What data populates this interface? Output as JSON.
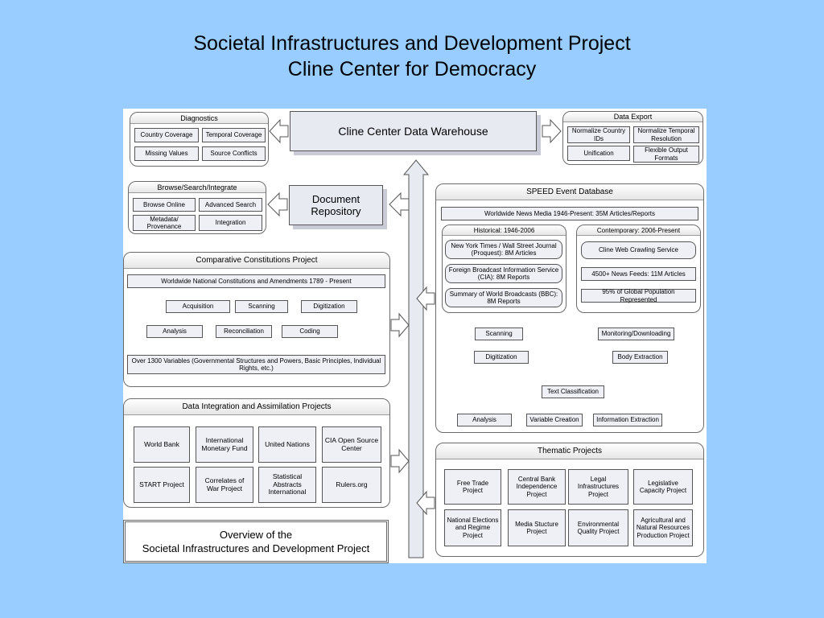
{
  "title_line1": "Societal Infrastructures and Development Project",
  "title_line2": "Cline Center for Democracy",
  "warehouse": "Cline Center Data Warehouse",
  "repository": "Document Repository",
  "diagnostics": {
    "title": "Diagnostics",
    "items": [
      "Country Coverage",
      "Temporal Coverage",
      "Missing Values",
      "Source Conflicts"
    ]
  },
  "export": {
    "title": "Data Export",
    "items": [
      "Normalize Country IDs",
      "Normalize Temporal Resolution",
      "Unification",
      "Flexible Output Formats"
    ]
  },
  "browse": {
    "title": "Browse/Search/Integrate",
    "items": [
      "Browse Online",
      "Advanced Search",
      "Metadata/ Provenance",
      "Integration"
    ]
  },
  "constitutions": {
    "title": "Comparative Constitutions Project",
    "banner": "Worldwide National Constitutions and Amendments 1789 - Present",
    "steps": [
      "Acquisition",
      "Scanning",
      "Digitization",
      "Coding",
      "Reconciliation",
      "Analysis"
    ],
    "note": "Over 1300 Variables (Governmental Structures and Powers, Basic Principles, Individual Rights, etc.)"
  },
  "integration": {
    "title": "Data Integration and Assimilation Projects",
    "items": [
      "World Bank",
      "International Monetary Fund",
      "United Nations",
      "CIA Open Source Center",
      "START Project",
      "Correlates of War Project",
      "Statistical Abstracts International",
      "Rulers.org"
    ]
  },
  "speed": {
    "title": "SPEED Event Database",
    "banner": "Worldwide News Media 1946-Present: 35M Articles/Reports",
    "historical": {
      "title": "Historical: 1946-2006",
      "items": [
        "New York Times / Wall Street Journal (Proquest): 8M Articles",
        "Foreign Broadcast Information Service (CIA): 8M Reports",
        "Summary of World Broadcasts (BBC): 8M Reports"
      ]
    },
    "contemporary": {
      "title": "Contemporary: 2006-Present",
      "items": [
        "Cline Web Crawling Service",
        "4500+ News Feeds: 11M Articles",
        "95% of Global Population Represented"
      ]
    },
    "flow": {
      "scanning": "Scanning",
      "digitization": "Digitization",
      "monitoring": "Monitoring/Downloading",
      "body": "Body Extraction",
      "text": "Text Classification",
      "analysis": "Analysis",
      "variable": "Variable Creation",
      "info": "Information Extraction"
    }
  },
  "thematic": {
    "title": "Thematic Projects",
    "items": [
      "Free Trade Project",
      "Central Bank Independence Project",
      "Legal Infrastructures Project",
      "Legislative Capacity Project",
      "National Elections and Regime Project",
      "Media Stucture Project",
      "Environmental Quality Project",
      "Agricultural and Natural Resources Production Project"
    ]
  },
  "overview_line1": "Overview of the",
  "overview_line2": "Societal Infrastructures and Development Project"
}
